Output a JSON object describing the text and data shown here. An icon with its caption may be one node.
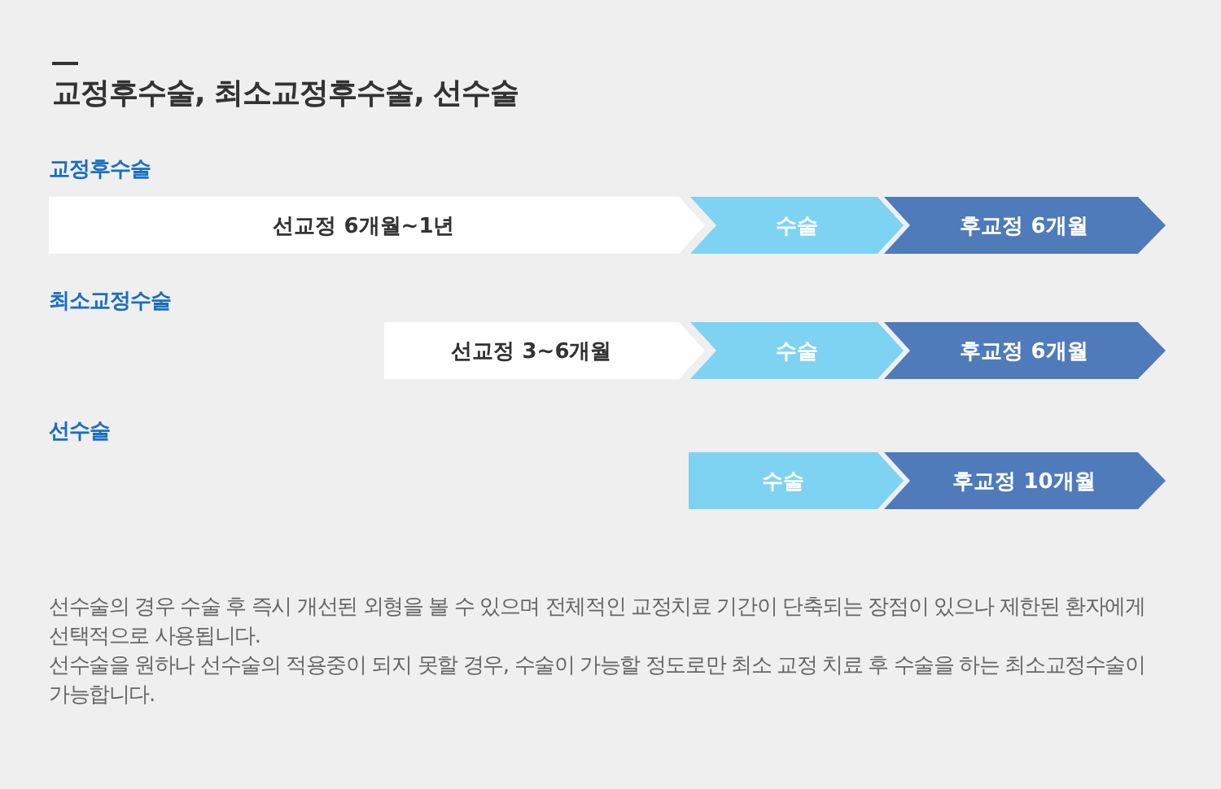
{
  "diagram": {
    "title": "교정후수술, 최소교정후수술, 선수술",
    "nodes": [
      {
        "text": [
          "선교정 6개월~1년"
        ]
      },
      {
        "text": [
          "수술"
        ]
      },
      {
        "text": [
          "후교정 6개월"
        ]
      },
      {
        "text": [
          "선교정 3~6개월"
        ]
      },
      {
        "text": [
          "수술"
        ]
      },
      {
        "text": [
          "후교정 6개월"
        ]
      },
      {
        "text": [
          "수술"
        ]
      },
      {
        "text": [
          "후교정 10개월"
        ]
      }
    ],
    "labels": [
      "교정후수술",
      "최소교정수술",
      "선수술",
      "선수술의 경우 수술 후 즉시 개선된 외형을 볼 수 있으며 전체적인 교정치료 기간이 단축되는 장점이 있으나 제한된 환자에게 선택적으로 사용됩니다.",
      "선수술을 원하나 선수술의 적용중이 되지 못할 경우, 수술이 가능할 정도로만 최소 교정 치료 후 수술을 하는 최소교정수술이 가능합니다."
    ]
  }
}
